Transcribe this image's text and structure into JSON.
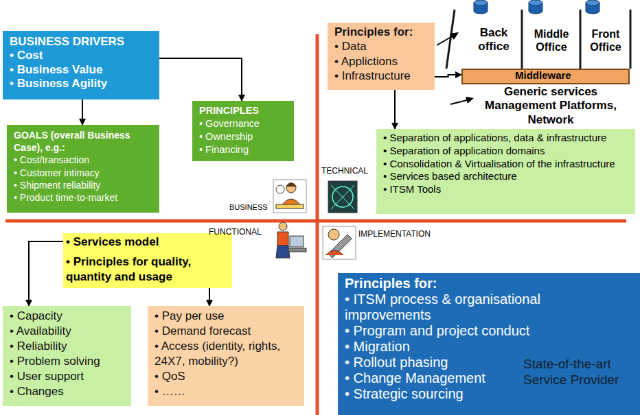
{
  "diagram": {
    "nodes": [
      {
        "text": [
          "BUSINESS DRIVERS",
          "• Cost",
          "• Business Value",
          "• Business Agility"
        ]
      },
      {
        "text": [
          "GOALS (overall Business Case), e.g.:",
          "• Cost/transaction",
          "• Customer intimacy",
          "• Shipment reliability",
          "• Product time-to-market"
        ]
      },
      {
        "text": [
          "PRINCIPLES",
          "• Governance",
          "• Ownership",
          "• Financing"
        ]
      },
      {
        "text": [
          "Principles for:",
          "• Data",
          "• Applictions",
          "• Infrastructure"
        ]
      },
      {
        "text": [
          "Middleware"
        ]
      },
      {
        "text": [
          "• Separation of applications, data & infrastructure",
          "• Separation of application domains",
          "• Consolidation & Virtualisation of the infrastructure",
          "• Services based architecture",
          "• ITSM Tools"
        ]
      },
      {
        "text": [
          "• Services model",
          "• Principles for quality, quantity and usage"
        ]
      },
      {
        "text": [
          "• Capacity",
          "• Availability",
          "• Reliability",
          "• Problem solving",
          "• User support",
          "• Changes"
        ]
      },
      {
        "text": [
          "• Pay per use",
          "• Demand forecast",
          "• Access (identity, rights, 24X7, mobility?)",
          "• QoS",
          "• ……"
        ]
      },
      {
        "text": [
          "Principles for:",
          "• ITSM process & organisational improvements",
          "• Program and project conduct",
          "• Migration",
          "• Rollout phasing",
          "• Change Management",
          "• Strategic sourcing",
          "State-of-the-art Service Provider"
        ]
      }
    ],
    "edges": [
      {
        "from": 0,
        "to": 1,
        "arrow": "to"
      },
      {
        "from": 0,
        "to": 2,
        "arrow": "to"
      },
      {
        "from": 3,
        "to": 4,
        "arrow": "to"
      },
      {
        "from": 3,
        "to": 5,
        "arrow": "to"
      },
      {
        "from": 6,
        "to": 7,
        "arrow": "to"
      },
      {
        "from": 6,
        "to": 8,
        "arrow": "to"
      }
    ],
    "labels": [
      "Back office",
      "Middle Office",
      "Front Office",
      "Generic services Management Platforms, Network",
      "TECHNICAL",
      "BUSINESS",
      "FUNCTIONAL",
      "IMPLEMENTATION"
    ]
  }
}
